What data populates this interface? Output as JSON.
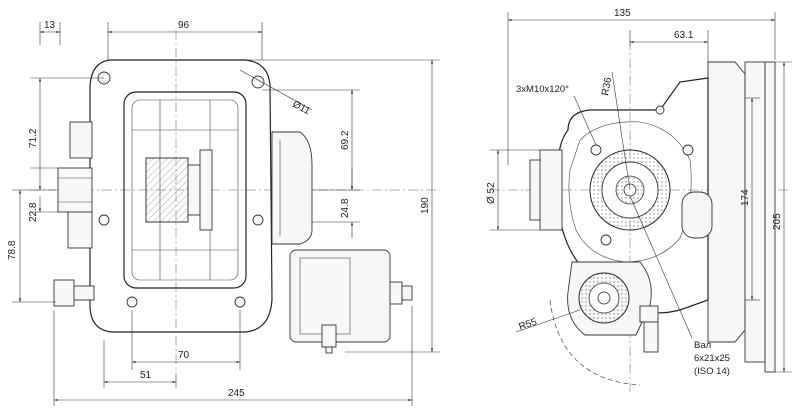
{
  "front_view": {
    "dims": {
      "d13": "13",
      "d96": "96",
      "d11": "Ø11",
      "d71_2": "71.2",
      "d69_2": "69.2",
      "d22_8": "22.8",
      "d24_8": "24.8",
      "d78_8": "78.8",
      "d190": "190",
      "d70": "70",
      "d51": "51",
      "d245": "245"
    }
  },
  "side_view": {
    "dims": {
      "d135": "135",
      "d63_1": "63.1",
      "d52": "Ø 52",
      "d174": "174",
      "d205": "205",
      "r36": "R36",
      "r55": "R55"
    },
    "labels": {
      "holes": "3xM10x120°",
      "shaft_1": "Вал",
      "shaft_2": "6x21x25",
      "shaft_3": "(ISO 14)"
    }
  }
}
